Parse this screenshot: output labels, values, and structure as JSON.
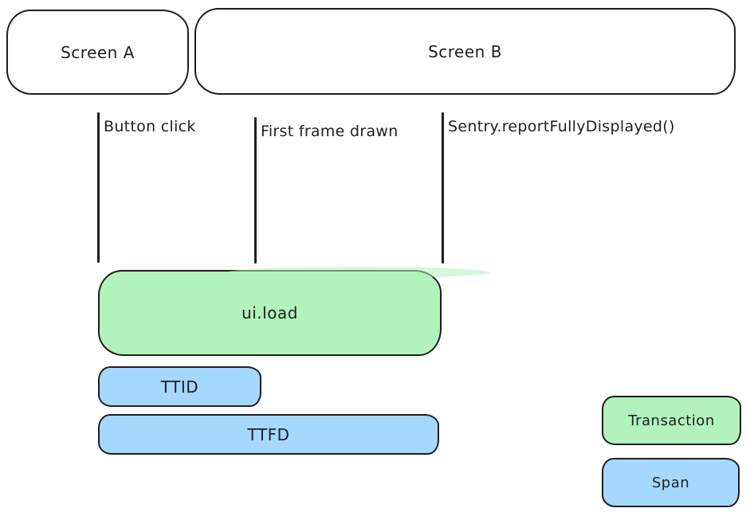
{
  "diagram": {
    "screens": [
      {
        "label": "Screen A"
      },
      {
        "label": "Screen B"
      }
    ],
    "events": [
      {
        "label": "Button click"
      },
      {
        "label": "First frame drawn"
      },
      {
        "label": "Sentry.reportFullyDisplayed()"
      }
    ],
    "bars": [
      {
        "label": "ui.load",
        "type": "transaction"
      },
      {
        "label": "TTID",
        "type": "span"
      },
      {
        "label": "TTFD",
        "type": "span"
      }
    ],
    "legend": [
      {
        "label": "Transaction",
        "color": "#b2f2bb"
      },
      {
        "label": "Span",
        "color": "#a5d8ff"
      }
    ],
    "colors": {
      "transaction_fill": "#b2f2bb",
      "span_fill": "#a5d8ff",
      "stroke": "#1e1e1e",
      "background": "#ffffff"
    }
  }
}
